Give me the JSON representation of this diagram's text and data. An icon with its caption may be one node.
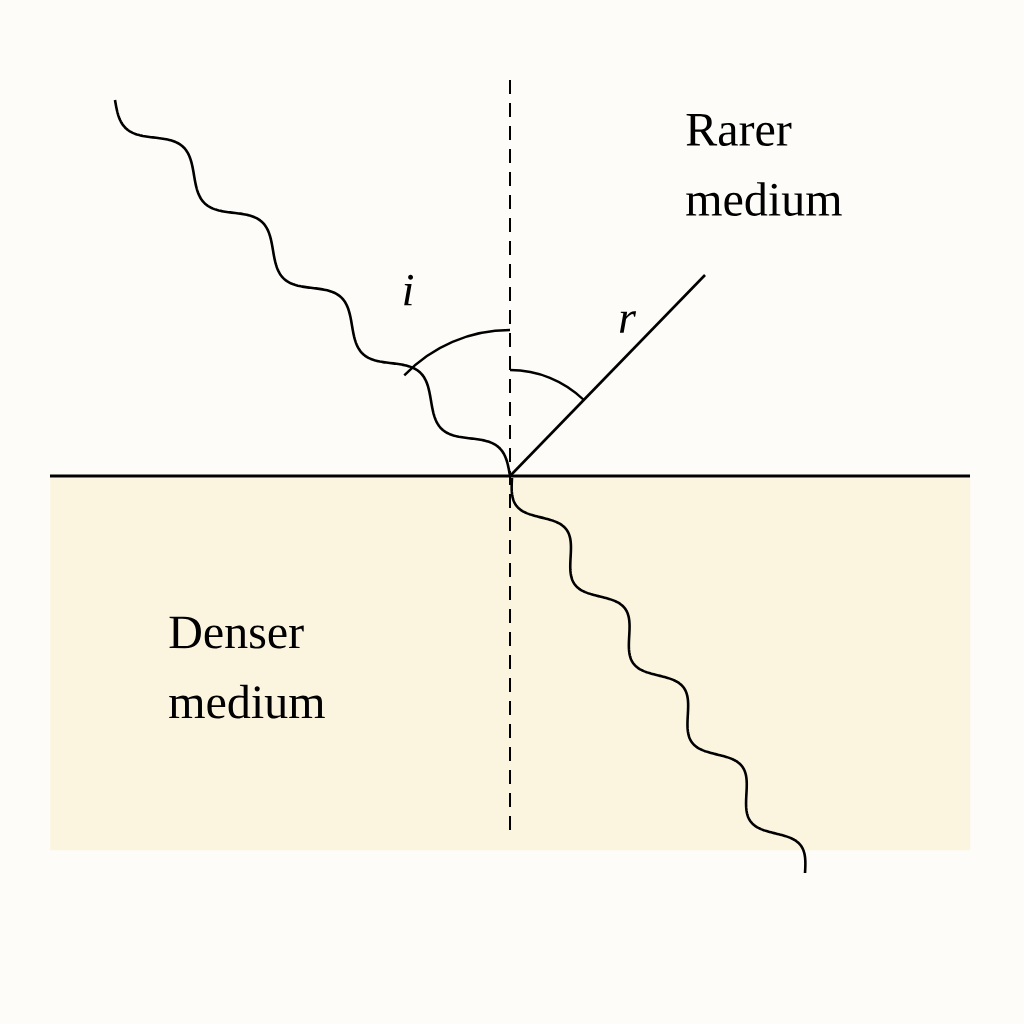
{
  "diagram": {
    "nodes": [
      {
        "text": [
          "Denser medium"
        ]
      }
    ],
    "labels": [
      "Rarer medium",
      "i",
      "r"
    ]
  }
}
